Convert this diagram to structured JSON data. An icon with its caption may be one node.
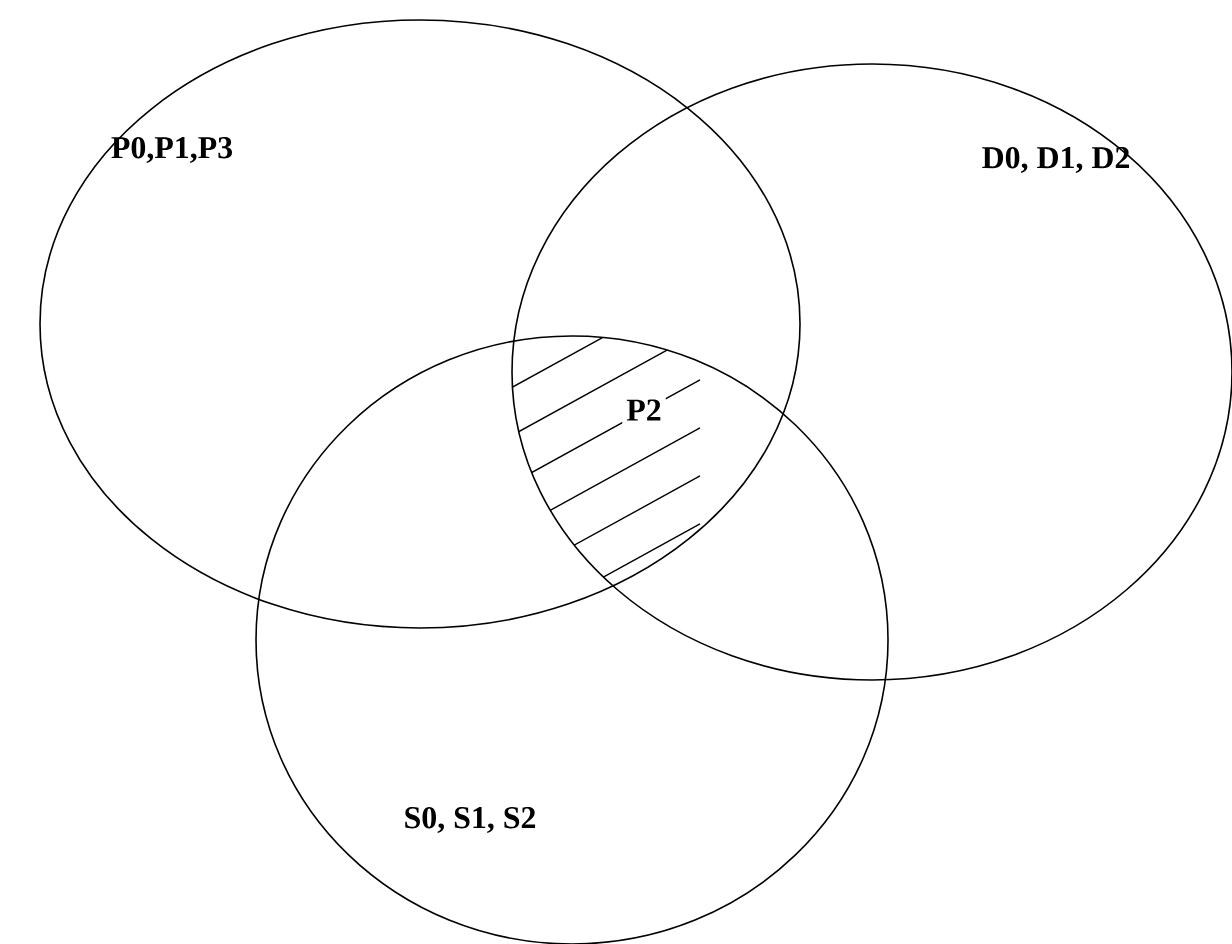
{
  "diagram": {
    "nodes": [
      {
        "text": [
          "P0,P1,P3"
        ]
      },
      {
        "text": [
          "D0, D1, D2"
        ]
      },
      {
        "text": [
          "S0, S1, S2"
        ]
      }
    ],
    "labels": [
      "P2"
    ]
  }
}
